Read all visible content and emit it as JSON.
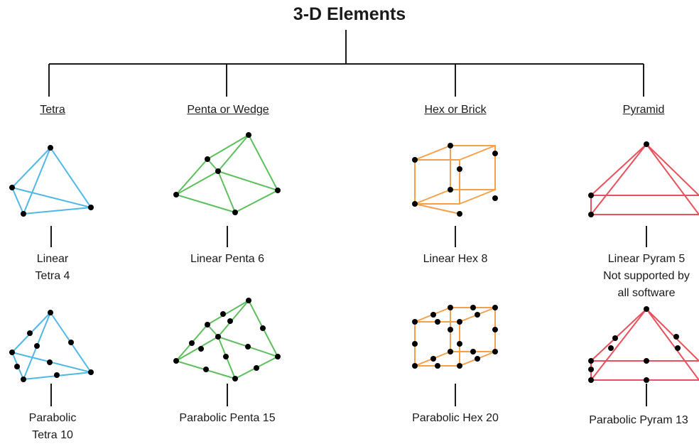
{
  "title": "3-D Elements",
  "colors": {
    "tetra": "#4fb8e6",
    "penta": "#5cbf5c",
    "hex": "#f5a04a",
    "pyramid": "#e8505c",
    "node": "#000000",
    "tree": "#1a1a1a"
  },
  "columns": [
    {
      "category": "Tetra",
      "linear_label": [
        "Linear",
        "Tetra 4"
      ],
      "parabolic_label": [
        "Parabolic",
        "Tetra 10"
      ]
    },
    {
      "category": "Penta or Wedge",
      "linear_label": [
        "Linear Penta 6"
      ],
      "parabolic_label": [
        "Parabolic Penta 15"
      ]
    },
    {
      "category": "Hex or Brick",
      "linear_label": [
        "Linear Hex 8"
      ],
      "parabolic_label": [
        "Parabolic Hex 20"
      ]
    },
    {
      "category": "Pyramid",
      "linear_label": [
        "Linear Pyram 5",
        "Not supported by",
        "all software"
      ],
      "parabolic_label": [
        "Parabolic Pyram 13"
      ]
    }
  ]
}
